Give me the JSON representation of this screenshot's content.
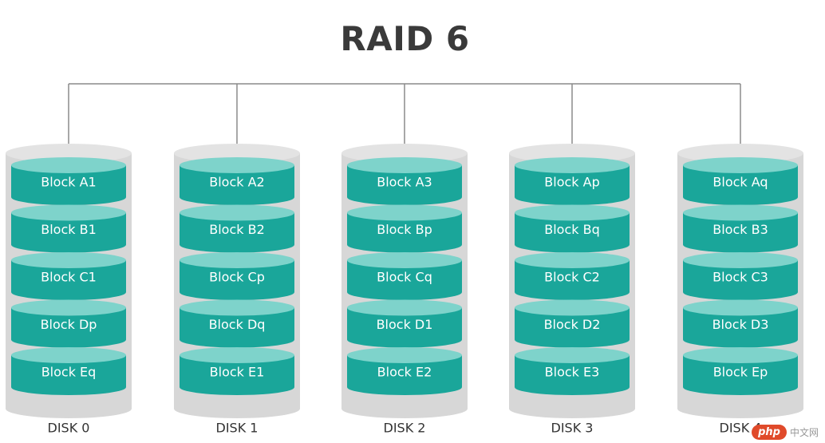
{
  "title": "RAID 6",
  "colors": {
    "block_fill": "#1aa69a",
    "block_top": "#7ed3cb",
    "casing": "#d7d7d7",
    "connector": "#8a8a8a",
    "title": "#3a3a3a"
  },
  "disks": [
    {
      "label": "DISK 0",
      "blocks": [
        "Block A1",
        "Block B1",
        "Block C1",
        "Block Dp",
        "Block Eq"
      ]
    },
    {
      "label": "DISK 1",
      "blocks": [
        "Block A2",
        "Block B2",
        "Block Cp",
        "Block Dq",
        "Block E1"
      ]
    },
    {
      "label": "DISK 2",
      "blocks": [
        "Block A3",
        "Block Bp",
        "Block Cq",
        "Block D1",
        "Block E2"
      ]
    },
    {
      "label": "DISK 3",
      "blocks": [
        "Block Ap",
        "Block Bq",
        "Block C2",
        "Block D2",
        "Block E3"
      ]
    },
    {
      "label": "DISK 4",
      "blocks": [
        "Block Aq",
        "Block B3",
        "Block C3",
        "Block D3",
        "Block Ep"
      ]
    }
  ],
  "watermark": {
    "badge": "php",
    "site": "中文网"
  }
}
